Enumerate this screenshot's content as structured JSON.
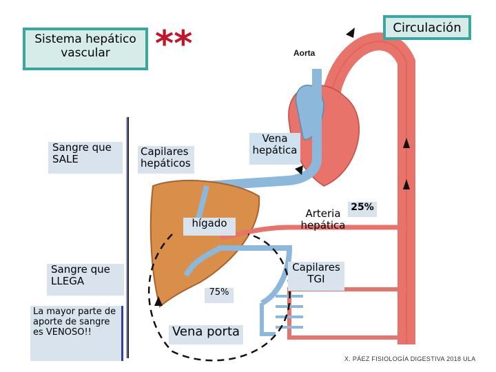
{
  "title": "Sistema hepático vascular",
  "circulation_label": "Circulación",
  "stars": "**",
  "labels": {
    "aorta": "Aorta",
    "blood_out": "Sangre que SALE",
    "blood_in": "Sangre que LLEGA",
    "hepatic_capillaries": "Capilares hepáticos",
    "hepatic_vein": "Vena hepática",
    "liver": "hígado",
    "hepatic_artery": "Arteria hepática",
    "artery_percent": "25%",
    "gi_capillaries": "Capilares TGI",
    "portal_percent": "75%",
    "portal_vein": "Vena porta"
  },
  "note": "La mayor parte de aporte de sangre es VENOSO!!",
  "footer": "X. PÁEZ   FISIOLOGÍA DIGESTIVA 2018 ULA",
  "colors": {
    "artery": "#e8736a",
    "vein": "#8cb8dc",
    "liver": "#d98e4a",
    "accent": "#c0182a"
  }
}
